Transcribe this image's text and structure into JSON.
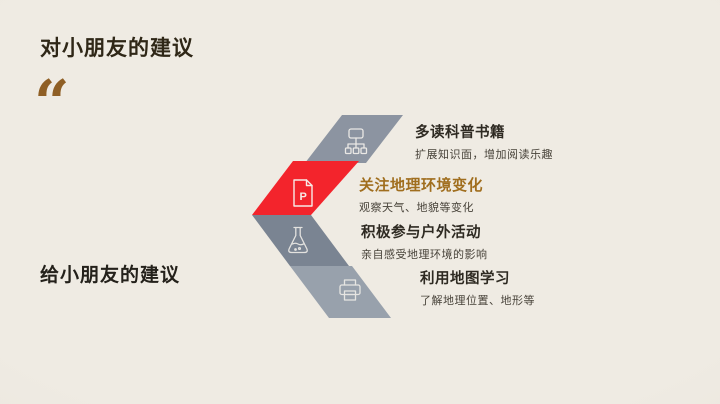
{
  "slide": {
    "title": "对小朋友的建议",
    "quote_mark": "“",
    "footer_label": "给小朋友的建议",
    "colors": {
      "background": "#EFEBE3",
      "title_text": "#2F2717",
      "quote": "#8F5F25",
      "band_gray_top": "#8C94A1",
      "band_red": "#F3242C",
      "band_slate": "#7A8492",
      "band_gray_bottom": "#98A1AC",
      "icon_stroke": "#F2F0EB",
      "highlight_title": "#A06E1E"
    },
    "items": [
      {
        "icon": "org-chart-icon",
        "title": "多读科普书籍",
        "subtitle": "扩展知识面，增加阅读乐趣",
        "highlighted": false
      },
      {
        "icon": "document-p-icon",
        "title": "关注地理环境变化",
        "subtitle": "观察天气、地貌等变化",
        "highlighted": true
      },
      {
        "icon": "flask-icon",
        "title": "积极参与户外活动",
        "subtitle": "亲自感受地理环境的影响",
        "highlighted": false
      },
      {
        "icon": "map-printer-icon",
        "title": "利用地图学习",
        "subtitle": "了解地理位置、地形等",
        "highlighted": false
      }
    ]
  }
}
